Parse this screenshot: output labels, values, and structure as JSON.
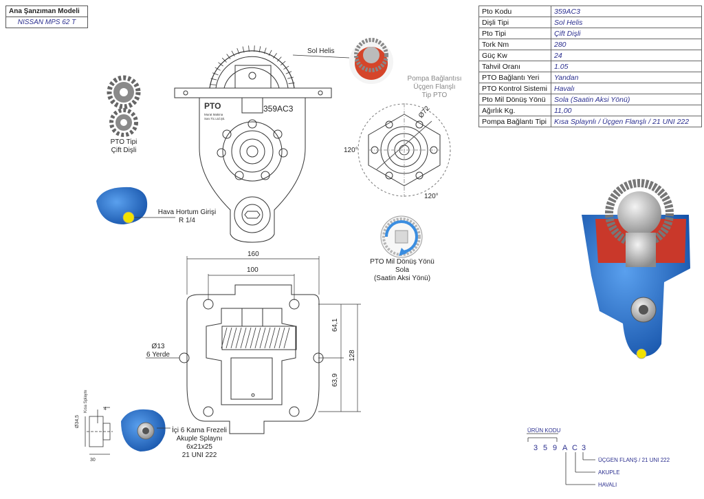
{
  "header": {
    "title": "Ana Şanzıman Modeli",
    "model": "NISSAN MPS 62 T"
  },
  "specs": [
    {
      "key": "Pto Kodu",
      "value": "359AC3"
    },
    {
      "key": "Dişli Tipi",
      "value": "Sol Helis"
    },
    {
      "key": "Pto Tipi",
      "value": "Çift Dişli"
    },
    {
      "key": "Tork Nm",
      "value": "280"
    },
    {
      "key": "Güç Kw",
      "value": "24"
    },
    {
      "key": "Tahvil Oranı",
      "value": "1.05"
    },
    {
      "key": "PTO Bağlantı Yeri",
      "value": "Yandan"
    },
    {
      "key": "PTO Kontrol Sistemi",
      "value": "Havalı"
    },
    {
      "key": "Pto Mil Dönüş Yönü",
      "value": "Sola (Saatin Aksi Yönü)"
    },
    {
      "key": "Ağırlık Kg.",
      "value": "11,00"
    },
    {
      "key": "Pompa Bağlantı Tipi",
      "value": "Kısa Splaynlı / Üçgen Flanşlı / 21 UNI 222"
    }
  ],
  "labels": {
    "sol_helis": "Sol Helis",
    "pto_tipi_1": "PTO Tipi",
    "pto_tipi_2": "Çift Dişli",
    "hava_1": "Hava Hortum Girişi",
    "hava_2": "R 1/4",
    "pompa_1": "Pompa Bağlantısı",
    "pompa_2": "Üçgen Flanşlı",
    "pompa_3": "Tip PTO",
    "donus_1": "PTO Mil Dönüş Yönü",
    "donus_2": "Sola",
    "donus_3": "(Saatin Aksi Yönü)",
    "delik_1": "Ø13",
    "delik_2": "6 Yerde",
    "kama_1": "İçi 6 Kama Frezeli",
    "kama_2": "Akuple Splaynı",
    "kama_3": "6x21x25",
    "kama_4": "21 UNI 222",
    "code_on_body": "359AC3",
    "logo": "PTO",
    "logo_sub_1": "Murat Makina",
    "logo_sub_2": "San.Tic.Ltd.Şti."
  },
  "dims": {
    "d160": "160",
    "d100": "100",
    "d641": "64,1",
    "d128": "128",
    "d639": "63,9",
    "a120a": "120°",
    "a120b": "120°",
    "o72": "Ø72",
    "d345": "Ø34,5",
    "kisa": "Kısa Splaynı",
    "d4": "4",
    "d30": "30"
  },
  "code": {
    "title": "ÜRÜN KODU",
    "chars": [
      "3",
      "5",
      "9",
      "A",
      "C",
      "3"
    ],
    "flans": "ÜÇGEN FLANŞ / 21 UNI 222",
    "akuple": "AKUPLE",
    "havali": "HAVALI"
  },
  "colors": {
    "accent": "#2b2f8f",
    "body_blue": "#1f6fc8",
    "gear_red": "#d5452a"
  }
}
